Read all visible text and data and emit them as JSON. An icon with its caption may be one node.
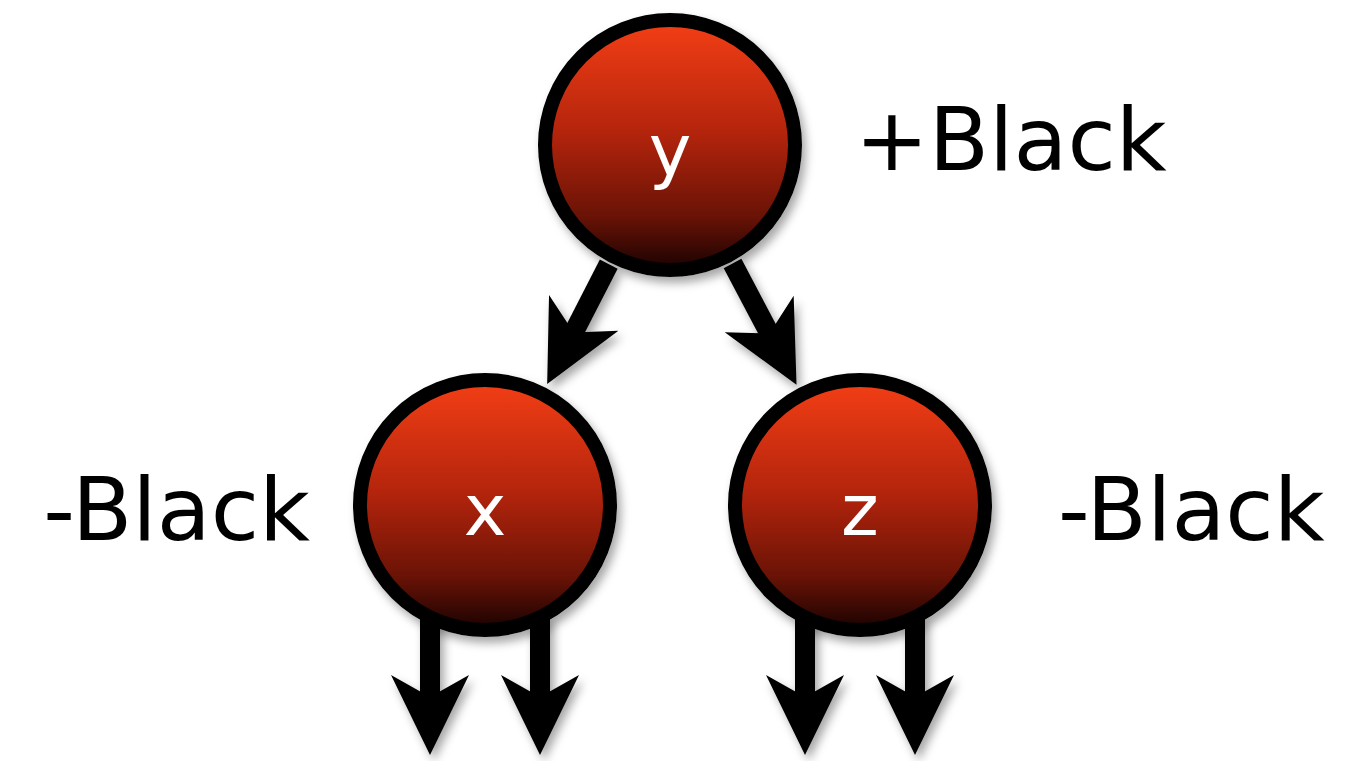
{
  "diagram": {
    "nodes": [
      {
        "text": [
          "y"
        ],
        "beside": [
          "+Black"
        ]
      },
      {
        "text": [
          "x"
        ],
        "beside": [
          "-Black"
        ]
      },
      {
        "text": [
          "z"
        ],
        "beside": [
          "-Black"
        ]
      }
    ],
    "edges": [
      {
        "from": 0,
        "to": 1,
        "arrow": "to"
      },
      {
        "from": 0,
        "to": 2,
        "arrow": "to"
      },
      {
        "from": 1,
        "to": null,
        "arrow": "to"
      },
      {
        "from": 1,
        "to": null,
        "arrow": "to"
      },
      {
        "from": 2,
        "to": null,
        "arrow": "to"
      },
      {
        "from": 2,
        "to": null,
        "arrow": "to"
      }
    ]
  }
}
